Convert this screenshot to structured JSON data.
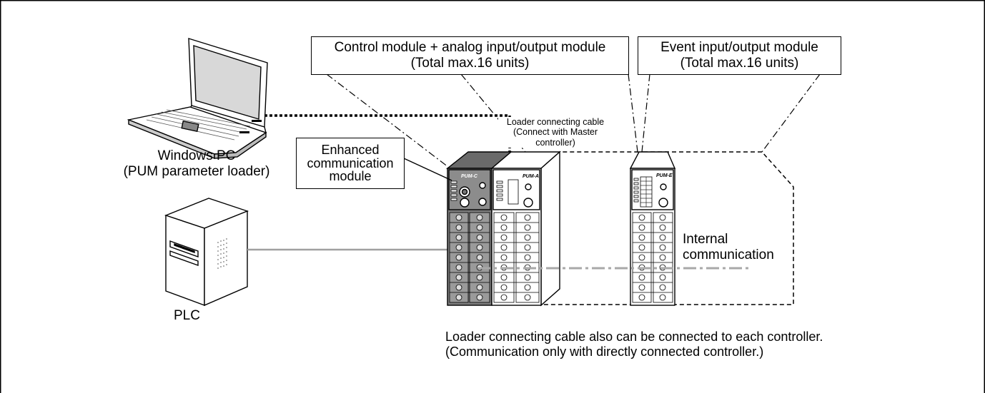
{
  "callouts": {
    "control_module": {
      "line1": "Control module + analog input/output module",
      "line2": "(Total max.16 units)"
    },
    "event_module": {
      "line1": "Event input/output module",
      "line2": "(Total max.16 units)"
    },
    "enhanced_comm": {
      "line1": "Enhanced",
      "line2": "communication",
      "line3": "module"
    }
  },
  "labels": {
    "windows_pc": {
      "line1": "Windows PC",
      "line2": "(PUM parameter loader)"
    },
    "plc": "PLC",
    "loader_cable": {
      "line1": "Loader connecting cable",
      "line2": "(Connect with Master",
      "line3": "controller)"
    },
    "internal_comm": {
      "line1": "Internal",
      "line2": "communication"
    },
    "note": {
      "line1": "Loader connecting cable also can be connected to each controller.",
      "line2": "(Communication only with directly connected controller.)"
    }
  },
  "module_tags": {
    "c": "PUM-C",
    "a": "PUM-A",
    "e": "PUM-E"
  },
  "colors": {
    "frame": "#000000",
    "plc_link": "#a0a0a0",
    "internal_link": "#a8a8a8",
    "module_dark": "#7d7d7d",
    "module_light": "#ffffff"
  }
}
